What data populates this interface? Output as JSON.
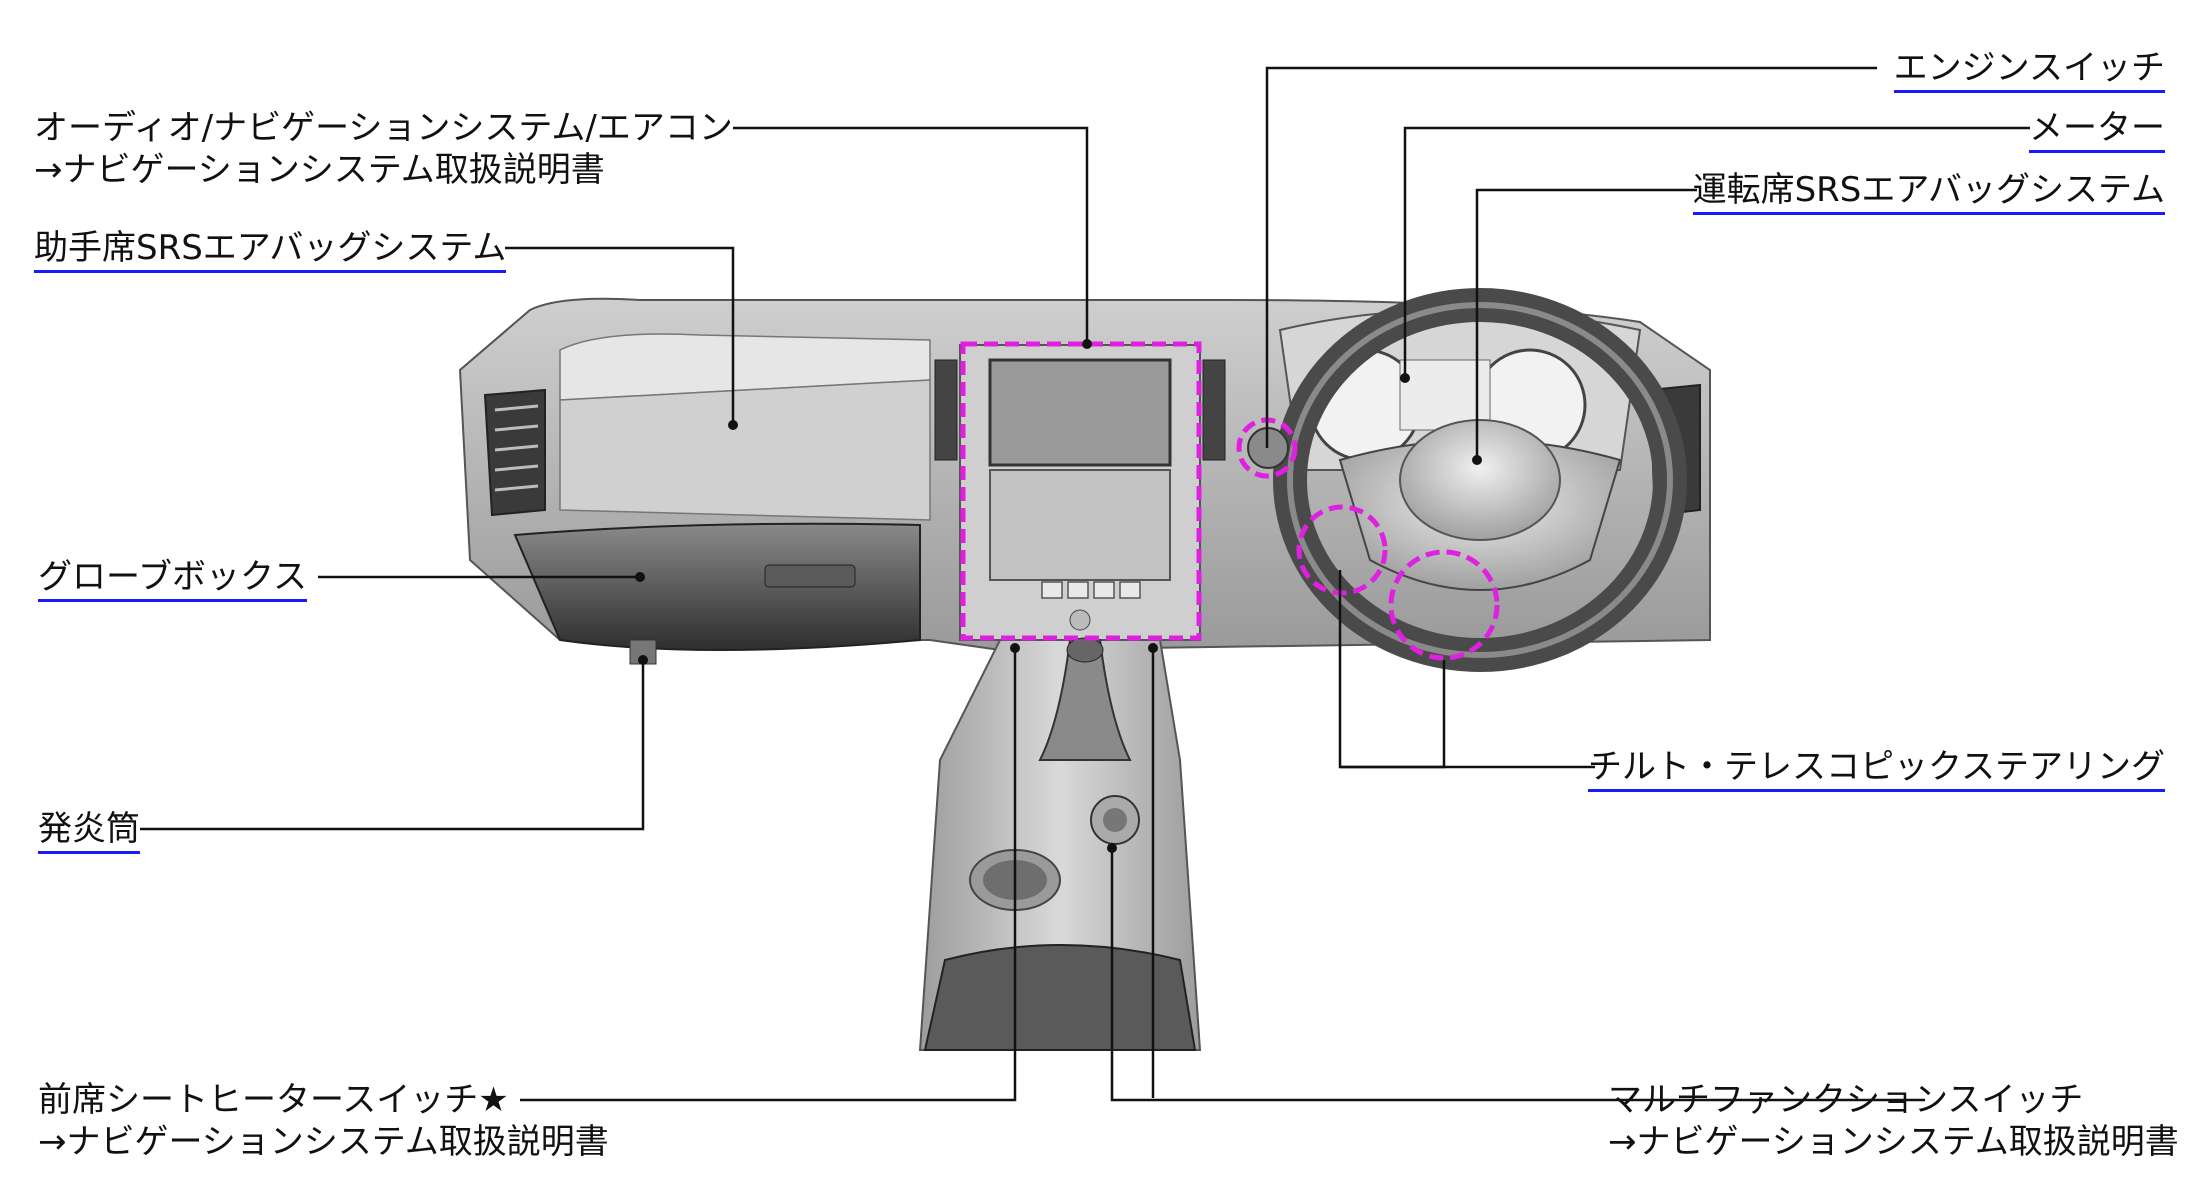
{
  "colors": {
    "link_underline": "#1a1aff",
    "highlight": "#e020e0",
    "leader_line": "#111111",
    "dash_shade": "#d8d8d8"
  },
  "labels": {
    "audio_nav_aircon": {
      "line1": "オーディオ/ナビゲーションシステム/エアコン",
      "line2": "→ナビゲーションシステム取扱説明書"
    },
    "passenger_srs": "助手席SRSエアバッグシステム",
    "glove_box": "グローブボックス",
    "flare": "発炎筒",
    "seat_heater": {
      "line1": "前席シートヒータースイッチ★",
      "line2": "→ナビゲーションシステム取扱説明書"
    },
    "engine_switch": "エンジンスイッチ",
    "meter": "メーター",
    "driver_srs": "運転席SRSエアバッグシステム",
    "tilt_telescopic": "チルト・テレスコピックステアリング",
    "multi_function": {
      "line1": "マルチファンクションスイッチ",
      "line2": "→ナビゲーションシステム取扱説明書"
    }
  }
}
